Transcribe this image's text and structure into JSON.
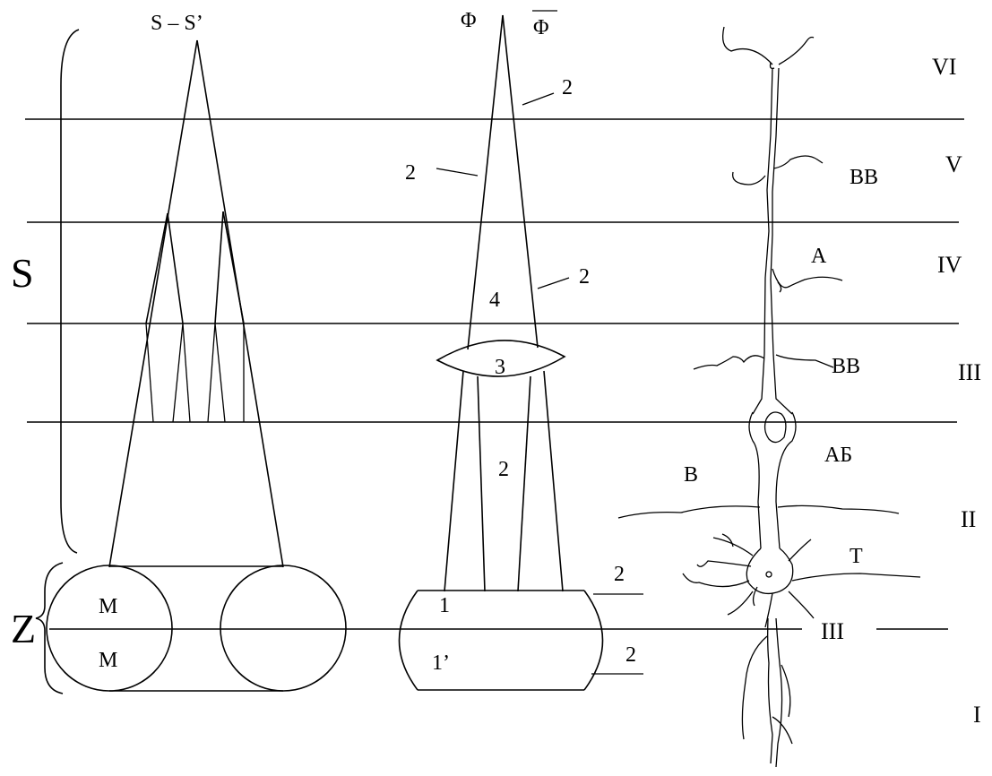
{
  "labels": {
    "s_s_prime": "S – S’",
    "phi": "Φ",
    "phi_bar": "Φ",
    "big_s": "S",
    "big_z": "Z",
    "m_top": "M",
    "m_bottom": "M",
    "cell_1": "1",
    "cell_1_prime": "1’",
    "num_2": "2",
    "num_3": "3",
    "num_4": "4",
    "vv": "BB",
    "a": "A",
    "ab": "AБ",
    "b": "B",
    "t": "T"
  },
  "layers": {
    "vi": "VI",
    "v": "V",
    "iv": "IV",
    "iii": "III",
    "ii": "II",
    "iii_lower": "III",
    "i": "I"
  }
}
